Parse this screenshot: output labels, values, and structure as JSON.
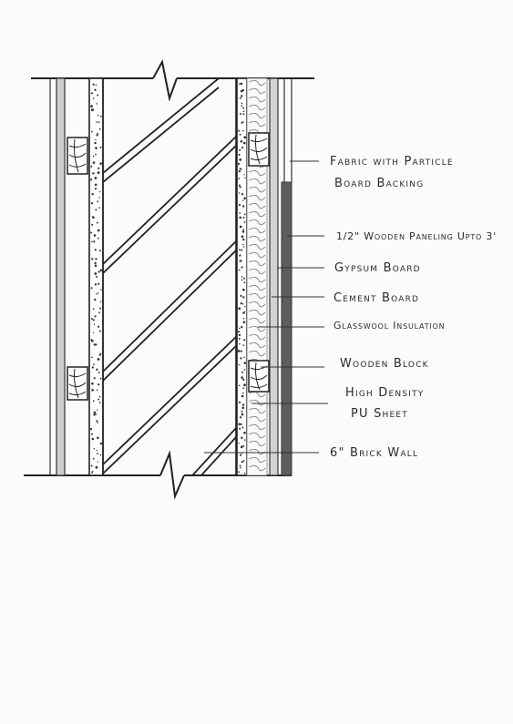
{
  "labels": {
    "fabric_line1": "Fabric with Particle",
    "fabric_line2": "Board Backing",
    "paneling": "1/2\" Wooden Paneling Upto 3'",
    "gypsum": "Gypsum Board",
    "cement": "Cement Board",
    "glasswool": "Glasswool Insulation",
    "wooden_block": "Wooden Block",
    "pu_line1": "High Density",
    "pu_line2": "PU Sheet",
    "brick": "6\" Brick Wall"
  }
}
